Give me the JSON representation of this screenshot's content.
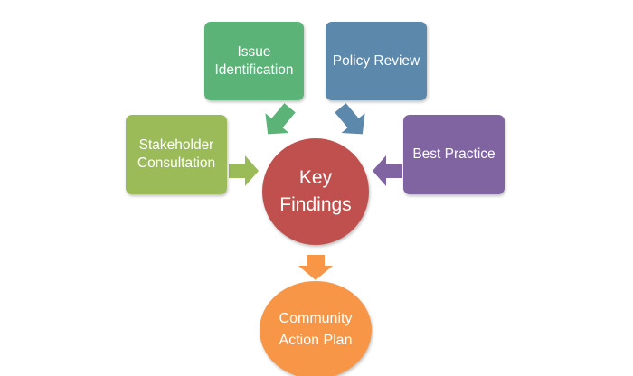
{
  "colors": {
    "green_dark": "#5cb378",
    "blue_steel": "#5b88ab",
    "green_olive": "#9bbb59",
    "purple": "#8064a2",
    "red": "#c0504d",
    "orange": "#f79646"
  },
  "nodes": {
    "issue_identification": "Issue\nIdentification",
    "policy_review": "Policy Review",
    "stakeholder_consultation": "Stakeholder\nConsultation",
    "best_practice": "Best Practice",
    "key_findings": "Key\nFindings",
    "community_action_plan": "Community\nAction Plan"
  }
}
